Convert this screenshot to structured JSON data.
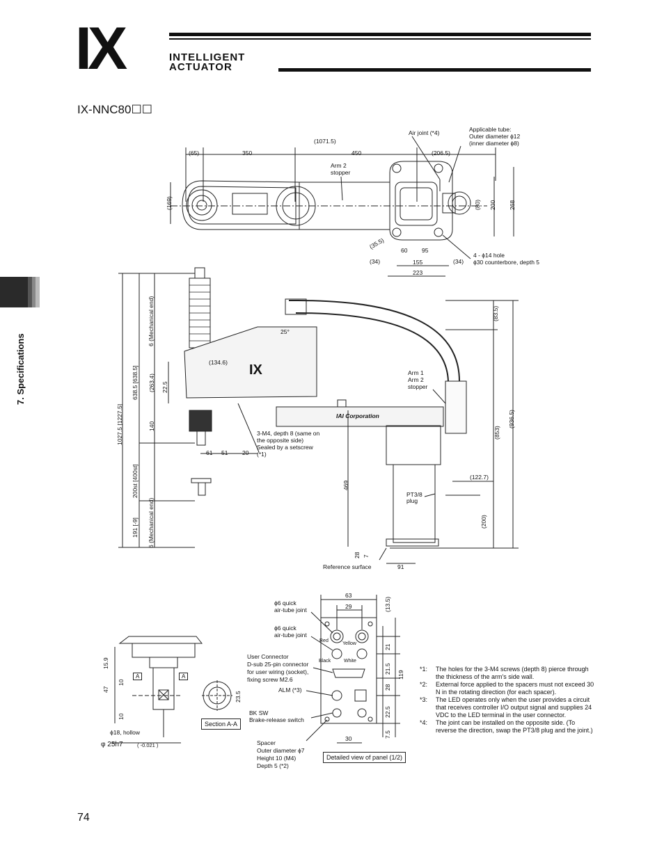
{
  "header": {
    "logo_letters": "IX",
    "brand_line1": "INTELLIGENT",
    "brand_line2": "ACTUATOR"
  },
  "side_tab": {
    "label": "7. Specifications"
  },
  "model_title": "IX-NNC80☐☐",
  "page_number": "74",
  "top_view": {
    "dims": {
      "d65": "(65)",
      "d350": "350",
      "d1071": "(1071.5)",
      "d450": "450",
      "d206": "(206.5)",
      "d169": "(169)",
      "d80": "(80)",
      "d200": "200",
      "d268": "268",
      "d355": "(35.5)",
      "d60": "60",
      "d95": "95",
      "d34a": "(34)",
      "d155": "155",
      "d34b": "(34)",
      "d223": "223"
    },
    "air_joint": "Air joint (*4)",
    "applicable_tube_1": "Applicable tube:",
    "applicable_tube_2": "Outer diameter ϕ12",
    "applicable_tube_3": "(inner diameter ϕ8)",
    "arm2_stopper_1": "Arm 2",
    "arm2_stopper_2": "stopper",
    "hole_1": "4 - ϕ14 hole",
    "hole_2": "ϕ30 counterbore, depth 5"
  },
  "side_view": {
    "dims": {
      "mech_end_top": "6 (Mechanical end)",
      "d6385a": "638.5 [638.5]",
      "d2634": "(263.4)",
      "d225": "22.5",
      "d140": "140",
      "d10275": "1027.5 [1227.5]",
      "d200st": "200st [400st]",
      "d191": "191 [-9]",
      "mech_end_bot": "6 (Mechanical end)",
      "d1346": "(134.6)",
      "d25deg": "25°",
      "d61": "61",
      "d51": "51",
      "d20": "20",
      "d835": "(83.5)",
      "d853": "(853)",
      "d9365": "(936.5)",
      "d1227": "(122.7)",
      "d469": "469",
      "d200b": "(200)",
      "d28": "28",
      "d7": "7",
      "d91": "91"
    },
    "arm_stopper_1": "Arm 1",
    "arm_stopper_2": "Arm 2",
    "arm_stopper_3": "stopper",
    "screws_1": "3-M4, depth 8 (same on",
    "screws_2": "the opposite side)",
    "screws_3": "Sealed by a setscrew",
    "screws_4": "(*1)",
    "pt_plug_1": "PT3/8",
    "pt_plug_2": "plug",
    "reference_surface": "Reference surface",
    "arm_brand": "IAI Corporation",
    "logo_mark": "IX"
  },
  "shaft_detail": {
    "dims": {
      "d159": "15.9",
      "d47": "47",
      "d10a": "10",
      "d10b": "10",
      "d235": "23.5"
    },
    "hollow": "ϕ18, hollow",
    "tolerance_a": "φ 25h7",
    "tolerance_b": "( -0.021 )",
    "section_marker": "A",
    "section_label": "Section A-A"
  },
  "panel_detail": {
    "dims": {
      "d63": "63",
      "d29": "29",
      "d135": "(13.5)",
      "d21": "21",
      "d215": "21.5",
      "d119": "119",
      "d28": "28",
      "d225": "22.5",
      "d75": "7.5",
      "d30": "30"
    },
    "quick_joint_1a": "ϕ6 quick",
    "quick_joint_1b": "air-tube joint",
    "quick_joint_2a": "ϕ6 quick",
    "quick_joint_2b": "air-tube joint",
    "red": "Red",
    "yellow": "Yellow",
    "black": "Black",
    "white": "White",
    "user_conn_1": "User Connector",
    "user_conn_2": "D-sub 25-pin connector",
    "user_conn_3": "for user wiring (socket),",
    "user_conn_4": "fixing screw M2.6",
    "alm": "ALM (*3)",
    "bksw_1": "BK SW",
    "bksw_2": "Brake-release switch",
    "spacer_1": "Spacer",
    "spacer_2": "Outer diameter ϕ7",
    "spacer_3": "Height 10 (M4)",
    "spacer_4": "Depth 5 (*2)",
    "caption": "Detailed view of panel (1/2)"
  },
  "notes": [
    {
      "mark": "*1:",
      "text": "The holes for the 3-M4 screws (depth 8) pierce through the thickness of the arm's side wall."
    },
    {
      "mark": "*2:",
      "text": "External force applied to the spacers must not exceed 30 N in the rotating direction (for each spacer)."
    },
    {
      "mark": "*3:",
      "text": "The LED operates only when the user provides a circuit that receives controller I/O output signal and supplies 24 VDC to the LED terminal in the user connector."
    },
    {
      "mark": "*4:",
      "text": "The joint can be installed on the opposite side. (To reverse the direction, swap the PT3/8 plug and the joint.)"
    }
  ]
}
